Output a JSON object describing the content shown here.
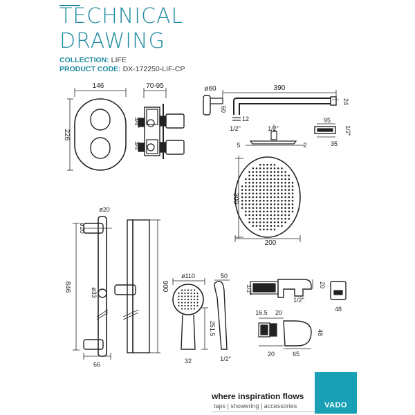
{
  "header": {
    "title_line1": "TECHNICAL",
    "title_line2": "DRAWING",
    "collection_label": "COLLECTION:",
    "collection_value": "LIFE",
    "product_code_label": "PRODUCT CODE:",
    "product_code_value": "DX-172250-LIF-CP"
  },
  "dimensions": {
    "valve_width": "146",
    "valve_depth": "70-95",
    "valve_height": "226",
    "valve_inlet_1": "3/4\"",
    "valve_inlet_2": "3/4\"",
    "arm_flange_dia": "ø60",
    "arm_length": "390",
    "arm_drop": "60",
    "arm_thread": "1/2\"",
    "arm_height": "24",
    "arm_12": "12",
    "outlet_95": "95",
    "outlet_12": "1/2\"",
    "outlet_35": "35",
    "head_thread": "1/2\"",
    "head_5": "5",
    "head_2": "2",
    "head_height": "300",
    "head_width": "200",
    "rail_bracket_dia": "ø20",
    "rail_end_dia": "ø20",
    "rail_height": "846",
    "rail_pipe_dia": "ø33",
    "rail_depth": "66",
    "riser_height": "900",
    "handset_dia": "ø110",
    "handset_depth": "50",
    "handset_length": "251.5",
    "handset_base": "32",
    "handset_thread": "1/2\"",
    "elbow_thread_1": "1/2\"",
    "elbow_thread_2": "1/2\"",
    "elbow_20": "20",
    "elbow_48": "48",
    "holder_16_5": "16.5",
    "holder_20a": "20",
    "holder_20b": "20",
    "holder_65": "65",
    "holder_48": "48"
  },
  "footer": {
    "tagline": "where inspiration flows",
    "sub": "taps | showering | accessories",
    "logo": "VADO"
  }
}
